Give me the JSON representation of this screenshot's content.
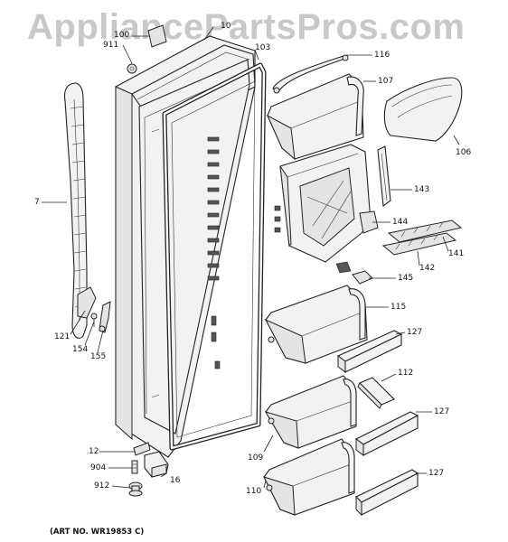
{
  "watermark": "AppliancePartsPros.com",
  "art_number": "(ART NO. WR19853 C)",
  "callouts": [
    {
      "id": "100",
      "label": "100"
    },
    {
      "id": "10",
      "label": "10"
    },
    {
      "id": "911",
      "label": "911"
    },
    {
      "id": "103",
      "label": "103"
    },
    {
      "id": "116",
      "label": "116"
    },
    {
      "id": "107",
      "label": "107"
    },
    {
      "id": "106",
      "label": "106"
    },
    {
      "id": "7",
      "label": "7"
    },
    {
      "id": "143",
      "label": "143"
    },
    {
      "id": "144",
      "label": "144"
    },
    {
      "id": "141",
      "label": "141"
    },
    {
      "id": "142",
      "label": "142"
    },
    {
      "id": "145",
      "label": "145"
    },
    {
      "id": "115",
      "label": "115"
    },
    {
      "id": "121",
      "label": "121"
    },
    {
      "id": "154",
      "label": "154"
    },
    {
      "id": "155",
      "label": "155"
    },
    {
      "id": "127a",
      "label": "127"
    },
    {
      "id": "112",
      "label": "112"
    },
    {
      "id": "127b",
      "label": "127"
    },
    {
      "id": "12",
      "label": "12"
    },
    {
      "id": "109",
      "label": "109"
    },
    {
      "id": "904",
      "label": "904"
    },
    {
      "id": "16",
      "label": "16"
    },
    {
      "id": "127c",
      "label": "127"
    },
    {
      "id": "912",
      "label": "912"
    },
    {
      "id": "110",
      "label": "110"
    }
  ]
}
